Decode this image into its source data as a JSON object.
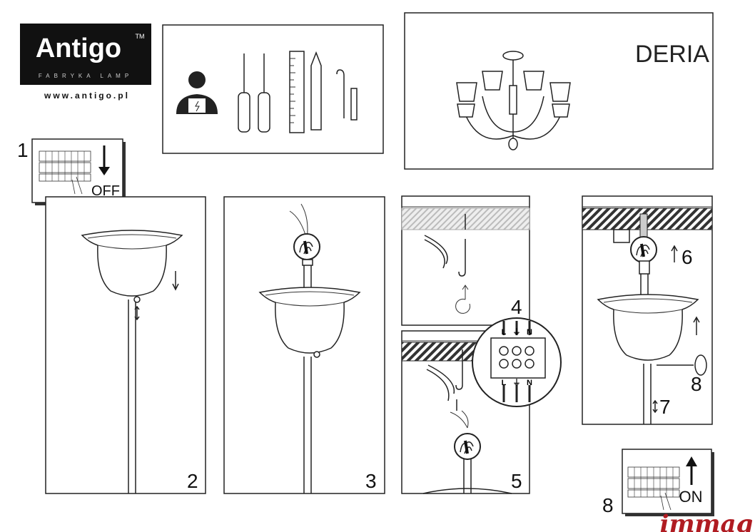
{
  "logo": {
    "brand": "Antigo",
    "tm": "TM",
    "tagline": "FABRYKA LAMP",
    "website": "www.antigo.pl"
  },
  "product": {
    "name": "DERIA"
  },
  "steps": {
    "s1": "1",
    "s2": "2",
    "s3": "3",
    "s4": "4",
    "s5": "5",
    "s6": "6",
    "s7": "7",
    "s8a": "8",
    "s8b": "8",
    "off": "OFF",
    "on": "ON"
  },
  "terminal": {
    "l": "L",
    "earth": "⏚",
    "n": "N"
  },
  "watermark": "immag"
}
